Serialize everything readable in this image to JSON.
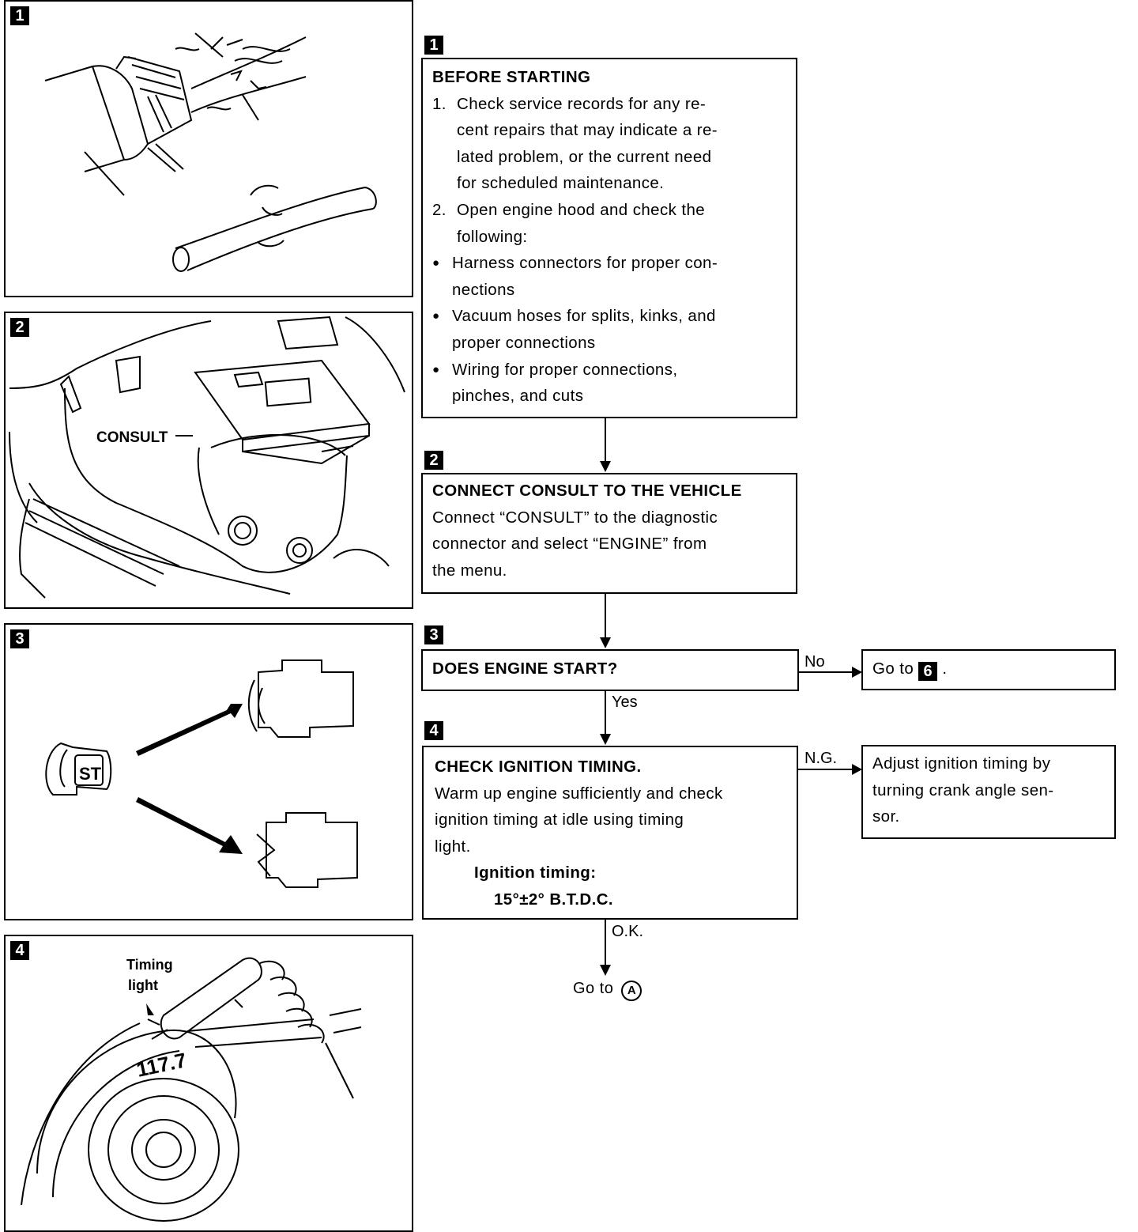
{
  "figures": [
    {
      "badge": "1"
    },
    {
      "badge": "2",
      "callout": "CONSULT"
    },
    {
      "badge": "3",
      "switch_label": "ST"
    },
    {
      "badge": "4",
      "callout_line1": "Timing",
      "callout_line2": "light",
      "scale_marks": "117.7"
    }
  ],
  "steps": {
    "s1": {
      "badge": "1",
      "title": "BEFORE STARTING",
      "items": [
        {
          "num": "1.",
          "lines": [
            "Check service records for any re-",
            "cent repairs that may indicate a re-",
            "lated problem, or the current need",
            "for scheduled maintenance."
          ]
        },
        {
          "num": "2.",
          "lines": [
            "Open engine hood and check the",
            "following:"
          ]
        }
      ],
      "bullets": [
        {
          "lines": [
            "Harness connectors for proper con-",
            "nections"
          ]
        },
        {
          "lines": [
            "Vacuum hoses for splits, kinks, and",
            "proper connections"
          ]
        },
        {
          "lines": [
            "Wiring for proper connections,",
            "pinches, and cuts"
          ]
        }
      ]
    },
    "s2": {
      "badge": "2",
      "title": "CONNECT CONSULT TO THE VEHICLE",
      "lines": [
        "Connect “CONSULT” to the diagnostic",
        "connector and select “ENGINE” from",
        "the menu."
      ]
    },
    "s3": {
      "badge": "3",
      "title": "DOES ENGINE START?",
      "no_label": "No",
      "yes_label": "Yes",
      "no_box_text": "Go to",
      "no_box_badge": "6",
      "no_box_end": "."
    },
    "s4": {
      "badge": "4",
      "title": "CHECK IGNITION TIMING.",
      "lines": [
        "Warm up engine sufficiently and check",
        "ignition timing at idle using timing",
        "light."
      ],
      "spec_label": "Ignition timing:",
      "spec_value": "15°±2° B.T.D.C.",
      "ng_label": "N.G.",
      "ng_box_lines": [
        "Adjust ignition timing by",
        "turning crank angle sen-",
        "sor."
      ],
      "ok_label": "O.K.",
      "goto_text": "Go to",
      "goto_symbol": "A"
    }
  }
}
